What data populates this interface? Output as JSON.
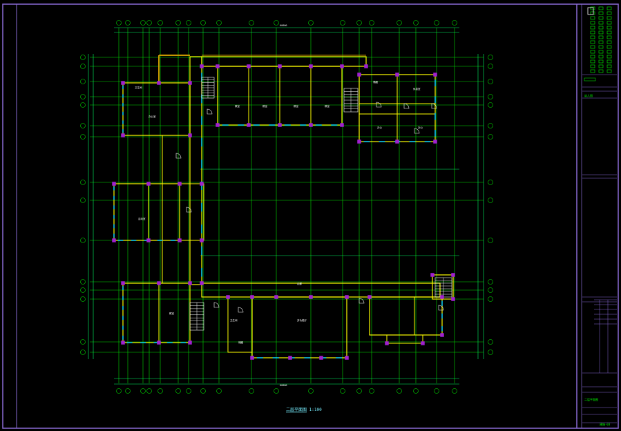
{
  "drawing": {
    "title": "二层平面图",
    "scale": "1:100",
    "dimension_label": "60000"
  },
  "colors": {
    "frame": "#8a6bd6",
    "grid": "#00e000",
    "wall": "#ffff00",
    "window": "#00c8ff",
    "column": "#a020d0",
    "dim": "#00ff66",
    "text": "#ffffff",
    "hatch": "#c89600",
    "titleblock_text": "#00ff00"
  },
  "rooms": [
    {
      "id": "r1",
      "label": "卫生间"
    },
    {
      "id": "r2",
      "label": "办公室"
    },
    {
      "id": "r3",
      "label": "教室"
    },
    {
      "id": "r4",
      "label": "教室"
    },
    {
      "id": "r5",
      "label": "教室"
    },
    {
      "id": "r6",
      "label": "教室"
    },
    {
      "id": "r7",
      "label": "储藏"
    },
    {
      "id": "r8",
      "label": "休息室"
    },
    {
      "id": "r9",
      "label": "办公"
    },
    {
      "id": "r10",
      "label": "办公"
    },
    {
      "id": "r11",
      "label": "活动室"
    },
    {
      "id": "r12",
      "label": "教室"
    },
    {
      "id": "r13",
      "label": "卫生间"
    },
    {
      "id": "r14",
      "label": "多功能厅"
    },
    {
      "id": "r15",
      "label": "储藏"
    },
    {
      "id": "r16",
      "label": "走廊"
    }
  ],
  "titleblock": {
    "project": "幼儿园",
    "drawing_name": "二层平面图",
    "sheet": "建施-03"
  }
}
